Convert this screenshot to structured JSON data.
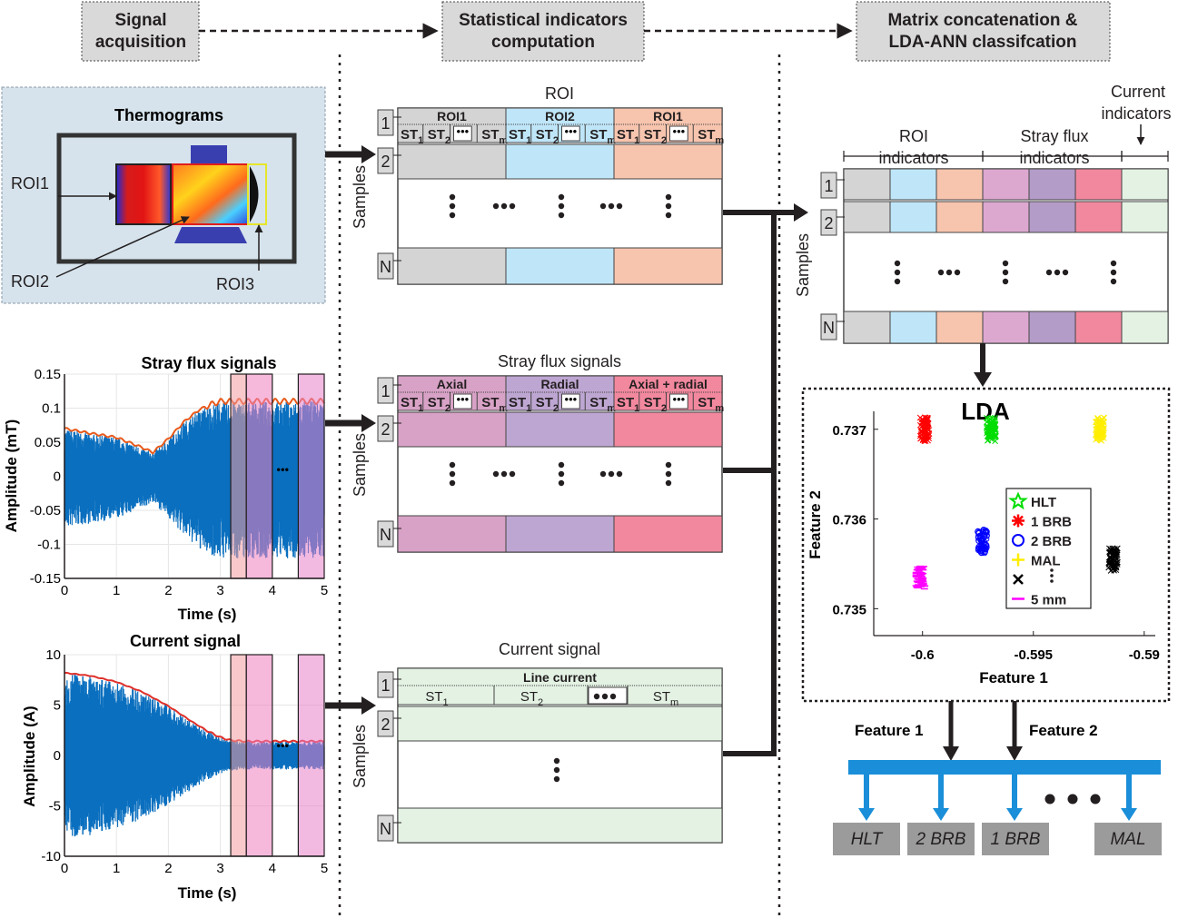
{
  "stages": {
    "acquisition": [
      "Signal",
      "acquisition"
    ],
    "computation": [
      "Statistical indicators",
      "computation"
    ],
    "classification": [
      "Matrix concatenation &",
      "LDA-ANN classifcation"
    ]
  },
  "thermo": {
    "title": "Thermograms",
    "roi1": "ROI1",
    "roi2": "ROI2",
    "roi3": "ROI3"
  },
  "stray_plot": {
    "title": "Stray flux signals",
    "ylabel": "Amplitude (mT)",
    "xlabel": "Time (s)",
    "xticks": [
      "0",
      "1",
      "2",
      "3",
      "4",
      "5"
    ],
    "yticks": [
      "0.15",
      "0.1",
      "0.05",
      "0",
      "-0.05",
      "-0.1",
      "-0.15"
    ],
    "dots": "•••"
  },
  "current_plot": {
    "title": "Current signal",
    "ylabel": "Amplitude (A)",
    "xlabel": "Time (s)",
    "xticks": [
      "0",
      "1",
      "2",
      "3",
      "4",
      "5"
    ],
    "yticks": [
      "10",
      "5",
      "0",
      "-5",
      "-10"
    ],
    "dots": "•••"
  },
  "matrices": {
    "roi": {
      "title": "ROI",
      "groups": [
        "ROI1",
        "ROI2",
        "ROI1"
      ]
    },
    "stray": {
      "title": "Stray flux signals",
      "groups": [
        "Axial",
        "Radial",
        "Axial + radial"
      ]
    },
    "current": {
      "title": "Current signal",
      "header": "Line current"
    },
    "st": "ST",
    "st_subs": [
      "1",
      "2",
      "m"
    ],
    "ellipsis": "•••",
    "row_first": "1",
    "row_second": "2",
    "row_last": "N",
    "samples": "Samples"
  },
  "combined": {
    "top_label": [
      "Current",
      "indicators"
    ],
    "roi_label": [
      "ROI",
      "indicators"
    ],
    "stray_label": [
      "Stray flux",
      "indicators"
    ]
  },
  "lda": {
    "title": "LDA",
    "xlabel": "Feature 1",
    "ylabel": "Feature 2",
    "xticks": [
      "-0.6",
      "-0.595",
      "-0.59"
    ],
    "yticks": [
      "0.737",
      "0.736",
      "0.735"
    ],
    "legend": [
      "HLT",
      "1 BRB",
      "2 BRB",
      "MAL",
      "",
      "5 mm"
    ]
  },
  "ann": {
    "feature1": "Feature 1",
    "feature2": "Feature 2",
    "outputs": [
      "HLT",
      "2 BRB",
      "1 BRB",
      "MAL"
    ]
  },
  "chart_data": [
    {
      "type": "line",
      "title": "Stray flux signals",
      "xlabel": "Time (s)",
      "ylabel": "Amplitude (mT)",
      "xlim": [
        0,
        5
      ],
      "ylim": [
        -0.15,
        0.15
      ],
      "grid": true,
      "envelope": {
        "x": [
          0,
          0.5,
          1.0,
          1.5,
          1.7,
          2.0,
          2.3,
          2.6,
          2.8,
          3.0,
          3.5,
          4.0,
          4.5,
          5.0
        ],
        "y": [
          0.07,
          0.063,
          0.057,
          0.042,
          0.035,
          0.055,
          0.08,
          0.098,
          0.105,
          0.11,
          0.11,
          0.11,
          0.11,
          0.11
        ]
      }
    },
    {
      "type": "line",
      "title": "Current signal",
      "xlabel": "Time (s)",
      "ylabel": "Amplitude (A)",
      "xlim": [
        0,
        5
      ],
      "ylim": [
        -10,
        10
      ],
      "grid": true,
      "envelope": {
        "x": [
          0,
          0.5,
          1.0,
          1.5,
          2.0,
          2.5,
          2.8,
          3.0,
          3.2,
          3.5,
          4.0,
          4.5,
          5.0
        ],
        "y": [
          8.2,
          7.9,
          7.3,
          6.3,
          4.9,
          3.2,
          2.3,
          1.8,
          1.5,
          1.4,
          1.4,
          1.4,
          1.4
        ]
      }
    },
    {
      "type": "scatter",
      "title": "LDA",
      "xlabel": "Feature 1",
      "ylabel": "Feature 2",
      "xlim": [
        -0.6022,
        -0.5895
      ],
      "ylim": [
        0.7347,
        0.7372
      ],
      "series": [
        {
          "name": "HLT",
          "color": "#00dd00",
          "marker": "star",
          "x": -0.5969,
          "y": 0.737
        },
        {
          "name": "1 BRB",
          "color": "#ff0000",
          "marker": "asterisk",
          "x": -0.5999,
          "y": 0.737
        },
        {
          "name": "2 BRB",
          "color": "#0000ff",
          "marker": "circle",
          "x": -0.5973,
          "y": 0.73575
        },
        {
          "name": "MAL",
          "color": "#ffee00",
          "marker": "plus",
          "x": -0.592,
          "y": 0.737
        },
        {
          "name": "",
          "color": "#000000",
          "marker": "cross",
          "x": -0.5914,
          "y": 0.73555
        },
        {
          "name": "5 mm",
          "color": "#ff00ff",
          "marker": "dash",
          "x": -0.6001,
          "y": 0.73535
        }
      ]
    }
  ]
}
